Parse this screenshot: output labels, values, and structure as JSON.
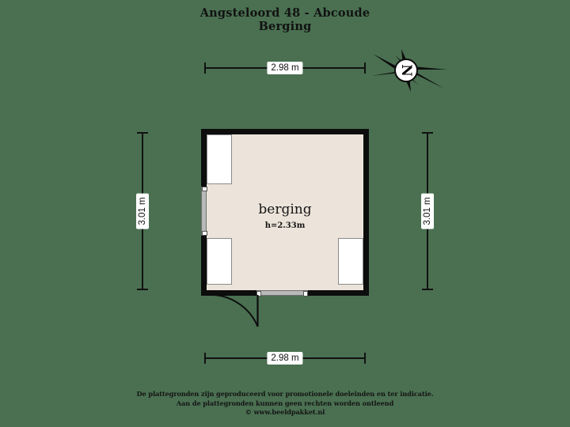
{
  "header": {
    "title_line1": "Angsteloord 48 - Abcoude",
    "title_line2": "Berging"
  },
  "plan": {
    "room": {
      "name": "berging",
      "height_label": "h=2.33m"
    },
    "dimensions": {
      "top": "2.98 m",
      "bottom": "2.98 m",
      "left": "3.01 m",
      "right": "3.01 m"
    },
    "compass": {
      "north_label": "N"
    },
    "colors": {
      "background": "#4a7051",
      "floor": "#ece4da",
      "wall": "#0d0d0d",
      "fixture": "#ffffff",
      "opening": "#b9b9b9"
    }
  },
  "footer": {
    "line1": "De plattegronden zijn geproduceerd voor promotionele doeleinden en ter indicatie.",
    "line2": "Aan de plattegronden kunnen geen rechten worden ontleend",
    "line3": "© www.beeldpakket.nl"
  }
}
